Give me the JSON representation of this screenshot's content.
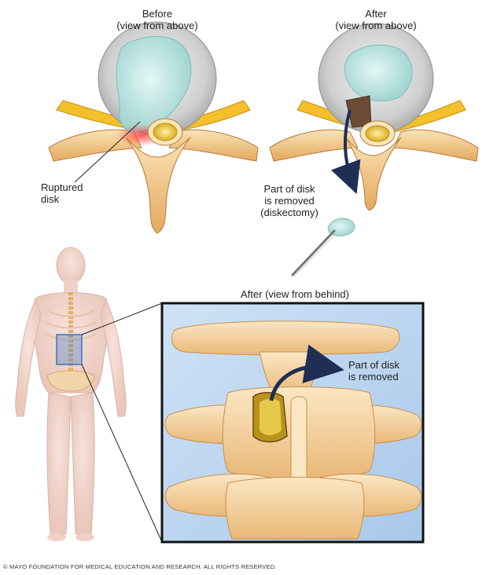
{
  "labels": {
    "before_title": "Before",
    "before_subtitle": "(view from above)",
    "after_title": "After",
    "after_subtitle": "(view from above)",
    "ruptured_line1": "Ruptured",
    "ruptured_line2": "disk",
    "removed_line1": "Part of disk",
    "removed_line2": "is removed",
    "removed_line3": "(diskectomy)",
    "behind_title": "After (view from behind)",
    "inset_line1": "Part of disk",
    "inset_line2": "is removed"
  },
  "copyright": "© MAYO FOUNDATION FOR MEDICAL EDUCATION AND RESEARCH. ALL RIGHTS RESERVED.",
  "colors": {
    "bone": "#f2c98a",
    "bone_dark": "#d9a45a",
    "disk_outer": "#c9c9c9",
    "disk_inner": "#bfe6e3",
    "nerve": "#e8c52a",
    "inflammation": "#e8404a",
    "removed_cut": "#6b4b35",
    "inset_bg": "#bcd6f0",
    "arrow": "#1f2e55",
    "body_skin": "#f4d8cf",
    "highlight_box": "#2d6fc4"
  }
}
